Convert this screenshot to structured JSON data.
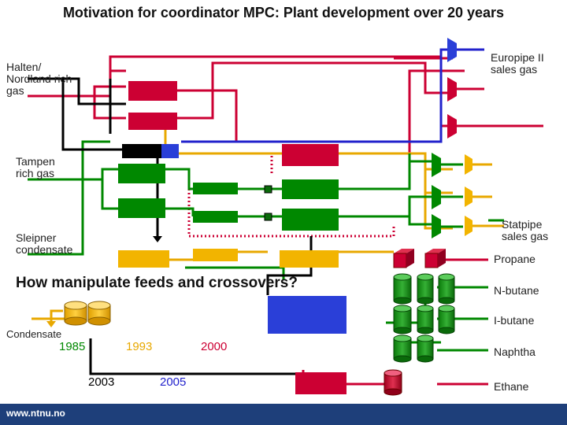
{
  "title": "Motivation for coordinator MPC: Plant development over 20 years",
  "inputs": {
    "halten": "Halten/\nNordland rich\ngas",
    "tampen": "Tampen\nrich gas",
    "sleipner": "Sleipner\ncondensate",
    "condensate": "Condensate"
  },
  "outputs": {
    "europipe": "Europipe II\nsales gas",
    "statpipe": "Statpipe\nsales gas",
    "propane": "Propane",
    "nbutane": "N-butane",
    "ibutane": "I-butane",
    "naphtha": "Naphtha",
    "ethane": "Ethane"
  },
  "question": "How manipulate  feeds and crossovers?",
  "years": {
    "y1985": "1985",
    "y1993": "1993",
    "y2000": "2000",
    "y2003": "2003",
    "y2005": "2005"
  },
  "year_colors": {
    "y1985": "#008800",
    "y1993": "#e8a800",
    "y2000": "#cc0033",
    "y2003": "#000000",
    "y2005": "#2222cc"
  },
  "footer": "www.ntnu.no"
}
